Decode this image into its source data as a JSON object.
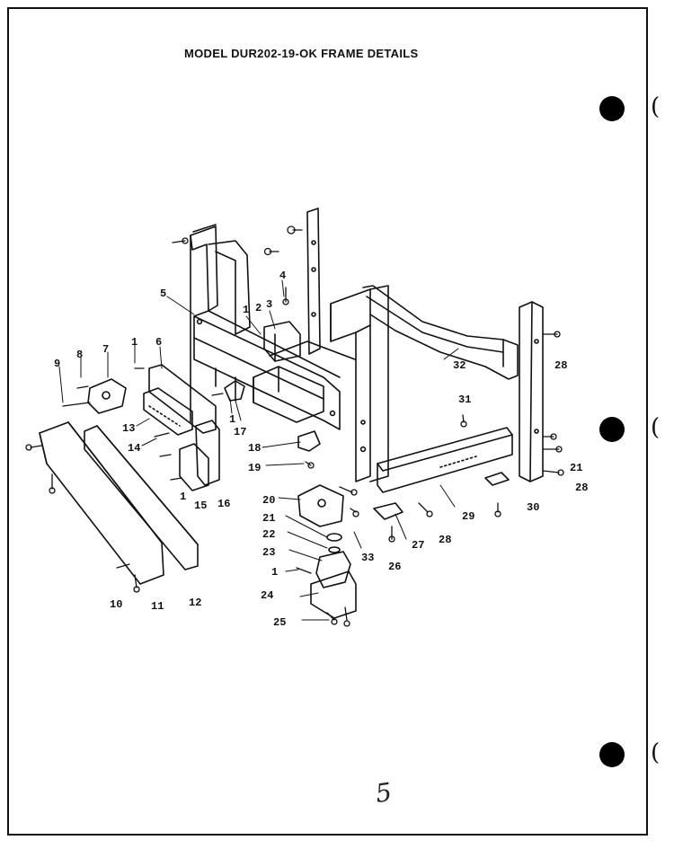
{
  "title": "MODEL DUR202-19-OK FRAME DETAILS",
  "page_number": "5",
  "callouts": [
    {
      "id": "c1a",
      "label": "1"
    },
    {
      "id": "c2",
      "label": "2"
    },
    {
      "id": "c3",
      "label": "3"
    },
    {
      "id": "c4",
      "label": "4"
    },
    {
      "id": "c5",
      "label": "5"
    },
    {
      "id": "c6",
      "label": "6"
    },
    {
      "id": "c7",
      "label": "7"
    },
    {
      "id": "c8",
      "label": "8"
    },
    {
      "id": "c9",
      "label": "9"
    },
    {
      "id": "c1b",
      "label": "1"
    },
    {
      "id": "c1c",
      "label": "1"
    },
    {
      "id": "c17",
      "label": "17"
    },
    {
      "id": "c13",
      "label": "13"
    },
    {
      "id": "c14",
      "label": "14"
    },
    {
      "id": "c1d",
      "label": "1"
    },
    {
      "id": "c15",
      "label": "15"
    },
    {
      "id": "c16",
      "label": "16"
    },
    {
      "id": "c18",
      "label": "18"
    },
    {
      "id": "c19",
      "label": "19"
    },
    {
      "id": "c32",
      "label": "32"
    },
    {
      "id": "c28a",
      "label": "28"
    },
    {
      "id": "c31",
      "label": "31"
    },
    {
      "id": "c21a",
      "label": "21"
    },
    {
      "id": "c28b",
      "label": "28"
    },
    {
      "id": "c30",
      "label": "30"
    },
    {
      "id": "c29",
      "label": "29"
    },
    {
      "id": "c28c",
      "label": "28"
    },
    {
      "id": "c27",
      "label": "27"
    },
    {
      "id": "c26",
      "label": "26"
    },
    {
      "id": "c20",
      "label": "20"
    },
    {
      "id": "c21b",
      "label": "21"
    },
    {
      "id": "c22",
      "label": "22"
    },
    {
      "id": "c23",
      "label": "23"
    },
    {
      "id": "c33",
      "label": "33"
    },
    {
      "id": "c1e",
      "label": "1"
    },
    {
      "id": "c24",
      "label": "24"
    },
    {
      "id": "c25",
      "label": "25"
    },
    {
      "id": "c10",
      "label": "10"
    },
    {
      "id": "c11",
      "label": "11"
    },
    {
      "id": "c12",
      "label": "12"
    }
  ]
}
